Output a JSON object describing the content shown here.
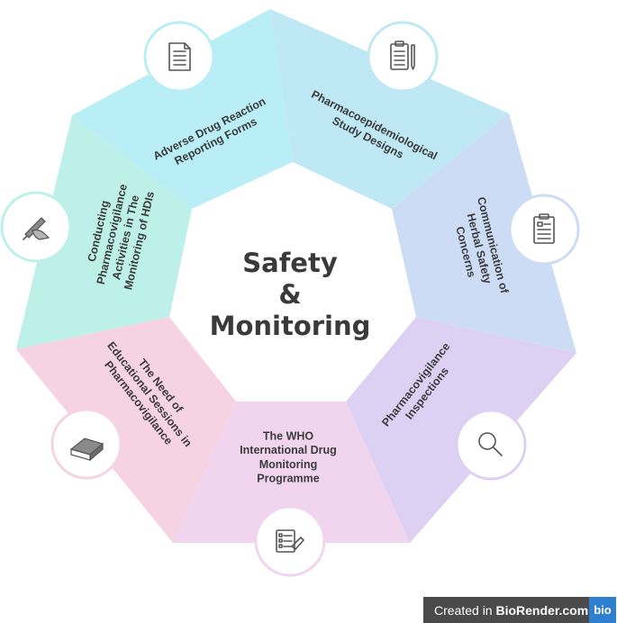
{
  "center": {
    "line1": "Safety",
    "line2": "&",
    "line3": "Monitoring"
  },
  "segments": [
    {
      "lines": [
        "Adverse Drug Reaction",
        "Reporting Forms"
      ],
      "color": "#b9eef6",
      "icon": "document-icon"
    },
    {
      "lines": [
        "Pharmacoepidemiological",
        "Study Designs"
      ],
      "color": "#bfe8f5",
      "icon": "clipboard-pen-icon"
    },
    {
      "lines": [
        "Communication of",
        "Herbal Safety",
        "Concerns"
      ],
      "color": "#cddcf5",
      "icon": "clipboard-icon"
    },
    {
      "lines": [
        "Pharmacovigilance",
        "Inspections"
      ],
      "color": "#ddd1f3",
      "icon": "magnifier-icon"
    },
    {
      "lines": [
        "The WHO",
        "International Drug",
        "Monitoring",
        "Programme"
      ],
      "color": "#f1d5ef",
      "icon": "form-writing-icon"
    },
    {
      "lines": [
        "The Need of",
        "Educational Sessions in",
        "Pharmacovigilance"
      ],
      "color": "#f6d3e2",
      "icon": "book-icon"
    },
    {
      "lines": [
        "Conducting",
        "Pharmacovigilance",
        "Activities in The",
        "Monitoring of HDIs"
      ],
      "color": "#bdf0e8",
      "icon": "hand-writing-icon"
    }
  ],
  "badge": {
    "prefix": "Created in ",
    "brand": "BioRender.com",
    "logo": "bio"
  }
}
